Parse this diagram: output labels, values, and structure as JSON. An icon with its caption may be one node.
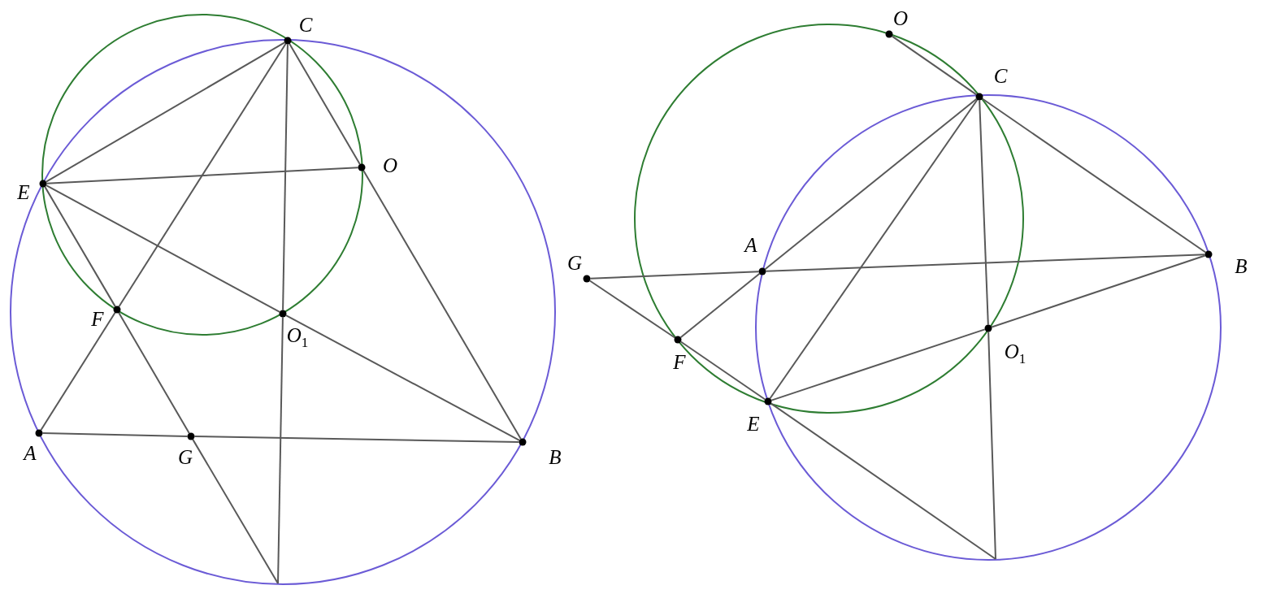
{
  "diagram": {
    "nodes": [
      {
        "text": [],
        "shape": "circle",
        "beside": [
          "C"
        ]
      },
      {
        "text": [],
        "shape": "circle",
        "beside": [
          "E"
        ]
      },
      {
        "text": [],
        "shape": "circle",
        "beside": [
          "O"
        ]
      },
      {
        "text": [],
        "shape": "circle",
        "beside": [
          "F"
        ]
      },
      {
        "text": [],
        "shape": "circle",
        "beside": [
          "O$_{1}$"
        ]
      },
      {
        "text": [],
        "shape": "circle",
        "beside": [
          "A"
        ]
      },
      {
        "text": [],
        "shape": "circle",
        "beside": [
          "G"
        ]
      },
      {
        "text": [],
        "shape": "circle",
        "beside": [
          "B"
        ]
      },
      {
        "text": [],
        "shape": "circle",
        "beside": [
          "O"
        ]
      },
      {
        "text": [],
        "shape": "circle",
        "beside": [
          "C"
        ]
      },
      {
        "text": [],
        "shape": "circle",
        "beside": [
          "A"
        ]
      },
      {
        "text": [],
        "shape": "circle",
        "beside": [
          "G"
        ]
      },
      {
        "text": [],
        "shape": "circle",
        "beside": [
          "B"
        ]
      },
      {
        "text": [],
        "shape": "circle",
        "beside": [
          "F"
        ]
      },
      {
        "text": [],
        "shape": "circle",
        "beside": [
          "O$_{1}$"
        ]
      },
      {
        "text": [],
        "shape": "circle",
        "beside": [
          "E"
        ]
      }
    ],
    "edges": [
      {
        "from": 0,
        "to": 1,
        "arrow": "none"
      },
      {
        "from": 0,
        "to": 3,
        "arrow": "none"
      },
      {
        "from": 3,
        "to": 5,
        "arrow": "none"
      },
      {
        "from": 0,
        "to": 4,
        "arrow": "none"
      },
      {
        "from": 4,
        "to": null,
        "arrow": "none"
      },
      {
        "from": 0,
        "to": 2,
        "arrow": "none"
      },
      {
        "from": 2,
        "to": 7,
        "arrow": "none"
      },
      {
        "from": 1,
        "to": 2,
        "arrow": "none"
      },
      {
        "from": 1,
        "to": 4,
        "arrow": "none"
      },
      {
        "from": 4,
        "to": 7,
        "arrow": "none"
      },
      {
        "from": 1,
        "to": 3,
        "arrow": "none"
      },
      {
        "from": 3,
        "to": 6,
        "arrow": "none"
      },
      {
        "from": 6,
        "to": null,
        "arrow": "none"
      },
      {
        "from": 5,
        "to": 6,
        "arrow": "none"
      },
      {
        "from": 6,
        "to": 7,
        "arrow": "none"
      },
      {
        "from": 8,
        "to": 9,
        "arrow": "none"
      },
      {
        "from": 9,
        "to": 10,
        "arrow": "none"
      },
      {
        "from": 10,
        "to": 13,
        "arrow": "none"
      },
      {
        "from": 9,
        "to": 15,
        "arrow": "none"
      },
      {
        "from": 9,
        "to": 14,
        "arrow": "none"
      },
      {
        "from": 14,
        "to": null,
        "arrow": "none"
      },
      {
        "from": 9,
        "to": 12,
        "arrow": "none"
      },
      {
        "from": 11,
        "to": 10,
        "arrow": "none"
      },
      {
        "from": 10,
        "to": 12,
        "arrow": "none"
      },
      {
        "from": 11,
        "to": 13,
        "arrow": "none"
      },
      {
        "from": 13,
        "to": 15,
        "arrow": "none"
      },
      {
        "from": 15,
        "to": 14,
        "arrow": "none"
      },
      {
        "from": 14,
        "to": 12,
        "arrow": "none"
      },
      {
        "from": 15,
        "to": null,
        "arrow": "none"
      }
    ]
  }
}
